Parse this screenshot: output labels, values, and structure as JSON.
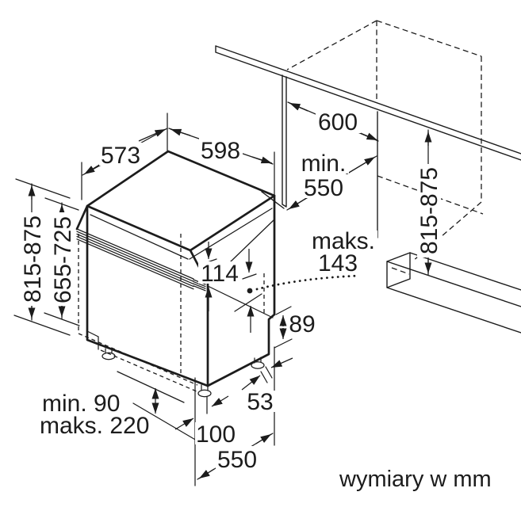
{
  "diagram": {
    "type": "installation-dimension-drawing",
    "subject": "built-under dishwasher with adjacent cabinet niche",
    "unit_note": "wymiary w mm",
    "labels": {
      "top_depth": "573",
      "top_width": "598",
      "niche_width": "600",
      "niche_depth_line1": "min.",
      "niche_depth_line2": "550",
      "height_overall_left": "815-875",
      "door_panel_height": "655-725",
      "control_panel_height": "114",
      "max_label": "maks.",
      "max_value": "143",
      "rear_step_height": "89",
      "plinth_min": "min. 90",
      "plinth_max": "maks. 220",
      "foot_inset_front": "100",
      "foot_inset_side": "53",
      "base_depth": "550",
      "height_overall_right": "815-875"
    },
    "colors": {
      "line": "#1c1c1c",
      "background": "#ffffff"
    }
  }
}
